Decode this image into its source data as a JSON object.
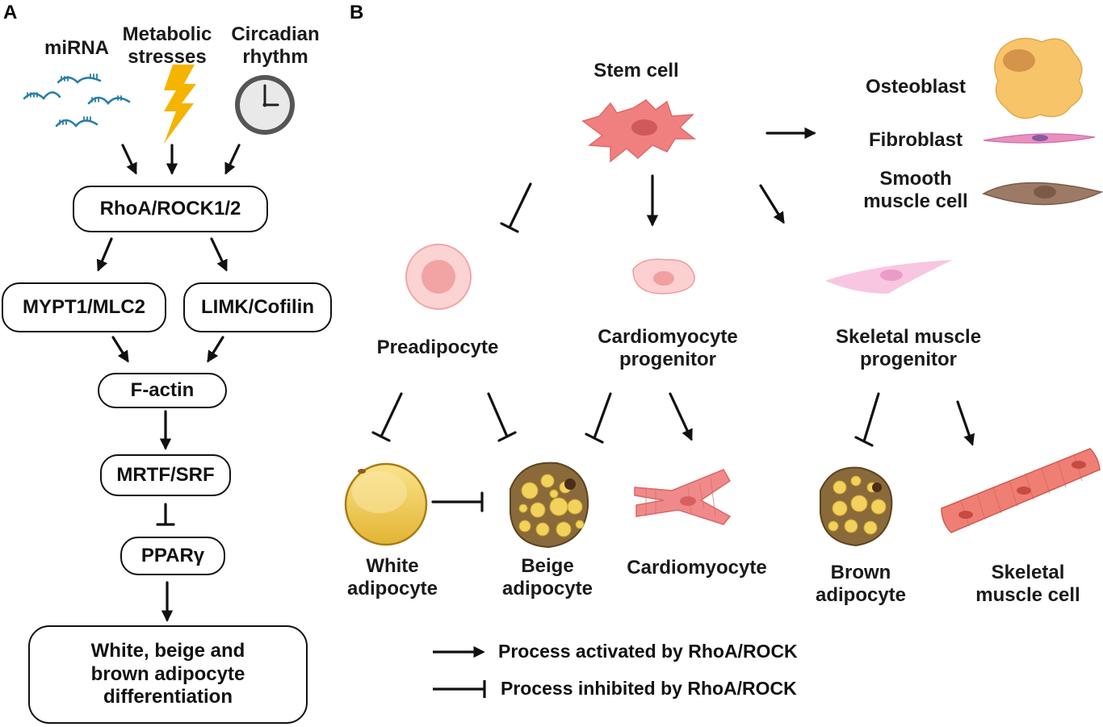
{
  "panel_a": {
    "letter": "A",
    "inputs": [
      "miRNA",
      "Metabolic\nstresses",
      "Circadian\nrhythm"
    ],
    "nodes": {
      "rhoa": "RhoA/ROCK1/2",
      "mypt": "MYPT1/MLC2",
      "limk": "LIMK/Cofilin",
      "factin": "F-actin",
      "mrtf": "MRTF/SRF",
      "ppar": "PPARγ",
      "outcome": "White, beige and\nbrown adipocyte\ndifferentiation"
    }
  },
  "panel_b": {
    "letter": "B",
    "cells": {
      "stem": "Stem cell",
      "osteoblast": "Osteoblast",
      "fibroblast": "Fibroblast",
      "smooth": "Smooth\nmuscle cell",
      "preadipocyte": "Preadipocyte",
      "cardio_prog": "Cardiomyocyte\nprogenitor",
      "skeletal_prog": "Skeletal muscle\nprogenitor",
      "white": "White\nadipocyte",
      "beige": "Beige\nadipocyte",
      "cardiomyocyte": "Cardiomyocyte",
      "brown": "Brown\nadipocyte",
      "skeletal": "Skeletal\nmuscle cell"
    },
    "legend": {
      "activated": "Process activated by RhoA/ROCK",
      "inhibited": "Process inhibited by RhoA/ROCK"
    }
  },
  "colors": {
    "stem_cell": "#f08080",
    "osteoblast": "#f7c46a",
    "fibroblast": "#e890c0",
    "smooth_muscle": "#9c7a66",
    "mirna": "#2a7fa8",
    "lightning": "#f5b400",
    "adipocyte_yellow": "#f0cc50",
    "beige_brown": "#8a6a3a",
    "cardiomyocyte": "#f08a8a",
    "skeletal_muscle": "#ef7f74",
    "preadipocyte": "#f6b8b8"
  }
}
